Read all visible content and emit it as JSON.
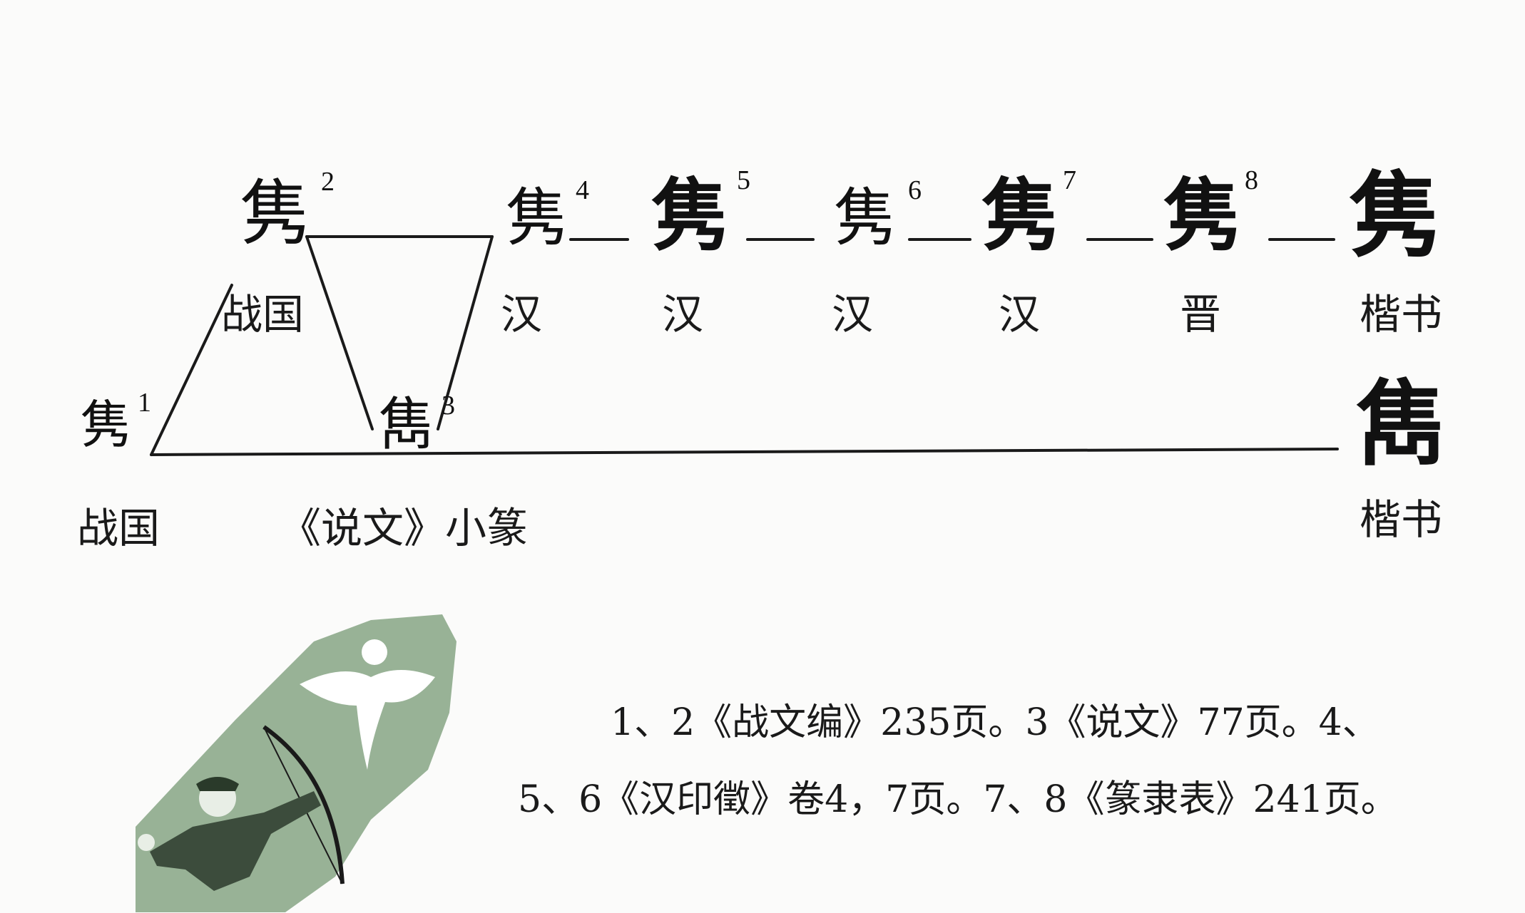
{
  "diagram": {
    "nodes": [
      {
        "id": "n1",
        "glyph": "隽",
        "num": "1",
        "label": "战国"
      },
      {
        "id": "n2",
        "glyph": "隽",
        "num": "2",
        "label": "战国"
      },
      {
        "id": "n3",
        "glyph": "雋",
        "num": "3",
        "label": "《说文》小篆"
      },
      {
        "id": "n4",
        "glyph": "隽",
        "num": "4",
        "label": "汉"
      },
      {
        "id": "n5",
        "glyph": "隽",
        "num": "5",
        "label": "汉"
      },
      {
        "id": "n6",
        "glyph": "隽",
        "num": "6",
        "label": "汉"
      },
      {
        "id": "n7",
        "glyph": "隽",
        "num": "7",
        "label": "汉"
      },
      {
        "id": "n8",
        "glyph": "隽",
        "num": "8",
        "label": "晋"
      },
      {
        "id": "k1",
        "glyph": "隽",
        "label": "楷书"
      },
      {
        "id": "k2",
        "glyph": "雋",
        "label": "楷书"
      }
    ]
  },
  "caption": {
    "line1": "1、2《战文编》235页。3《说文》77页。4、",
    "line2": "5、6《汉印徵》卷4，7页。7、8《篆隶表》241页。"
  },
  "illustration": {
    "icon": "archer-shooting-bird-icon",
    "bg_color": "#98b296",
    "bird_color": "#ffffff"
  }
}
